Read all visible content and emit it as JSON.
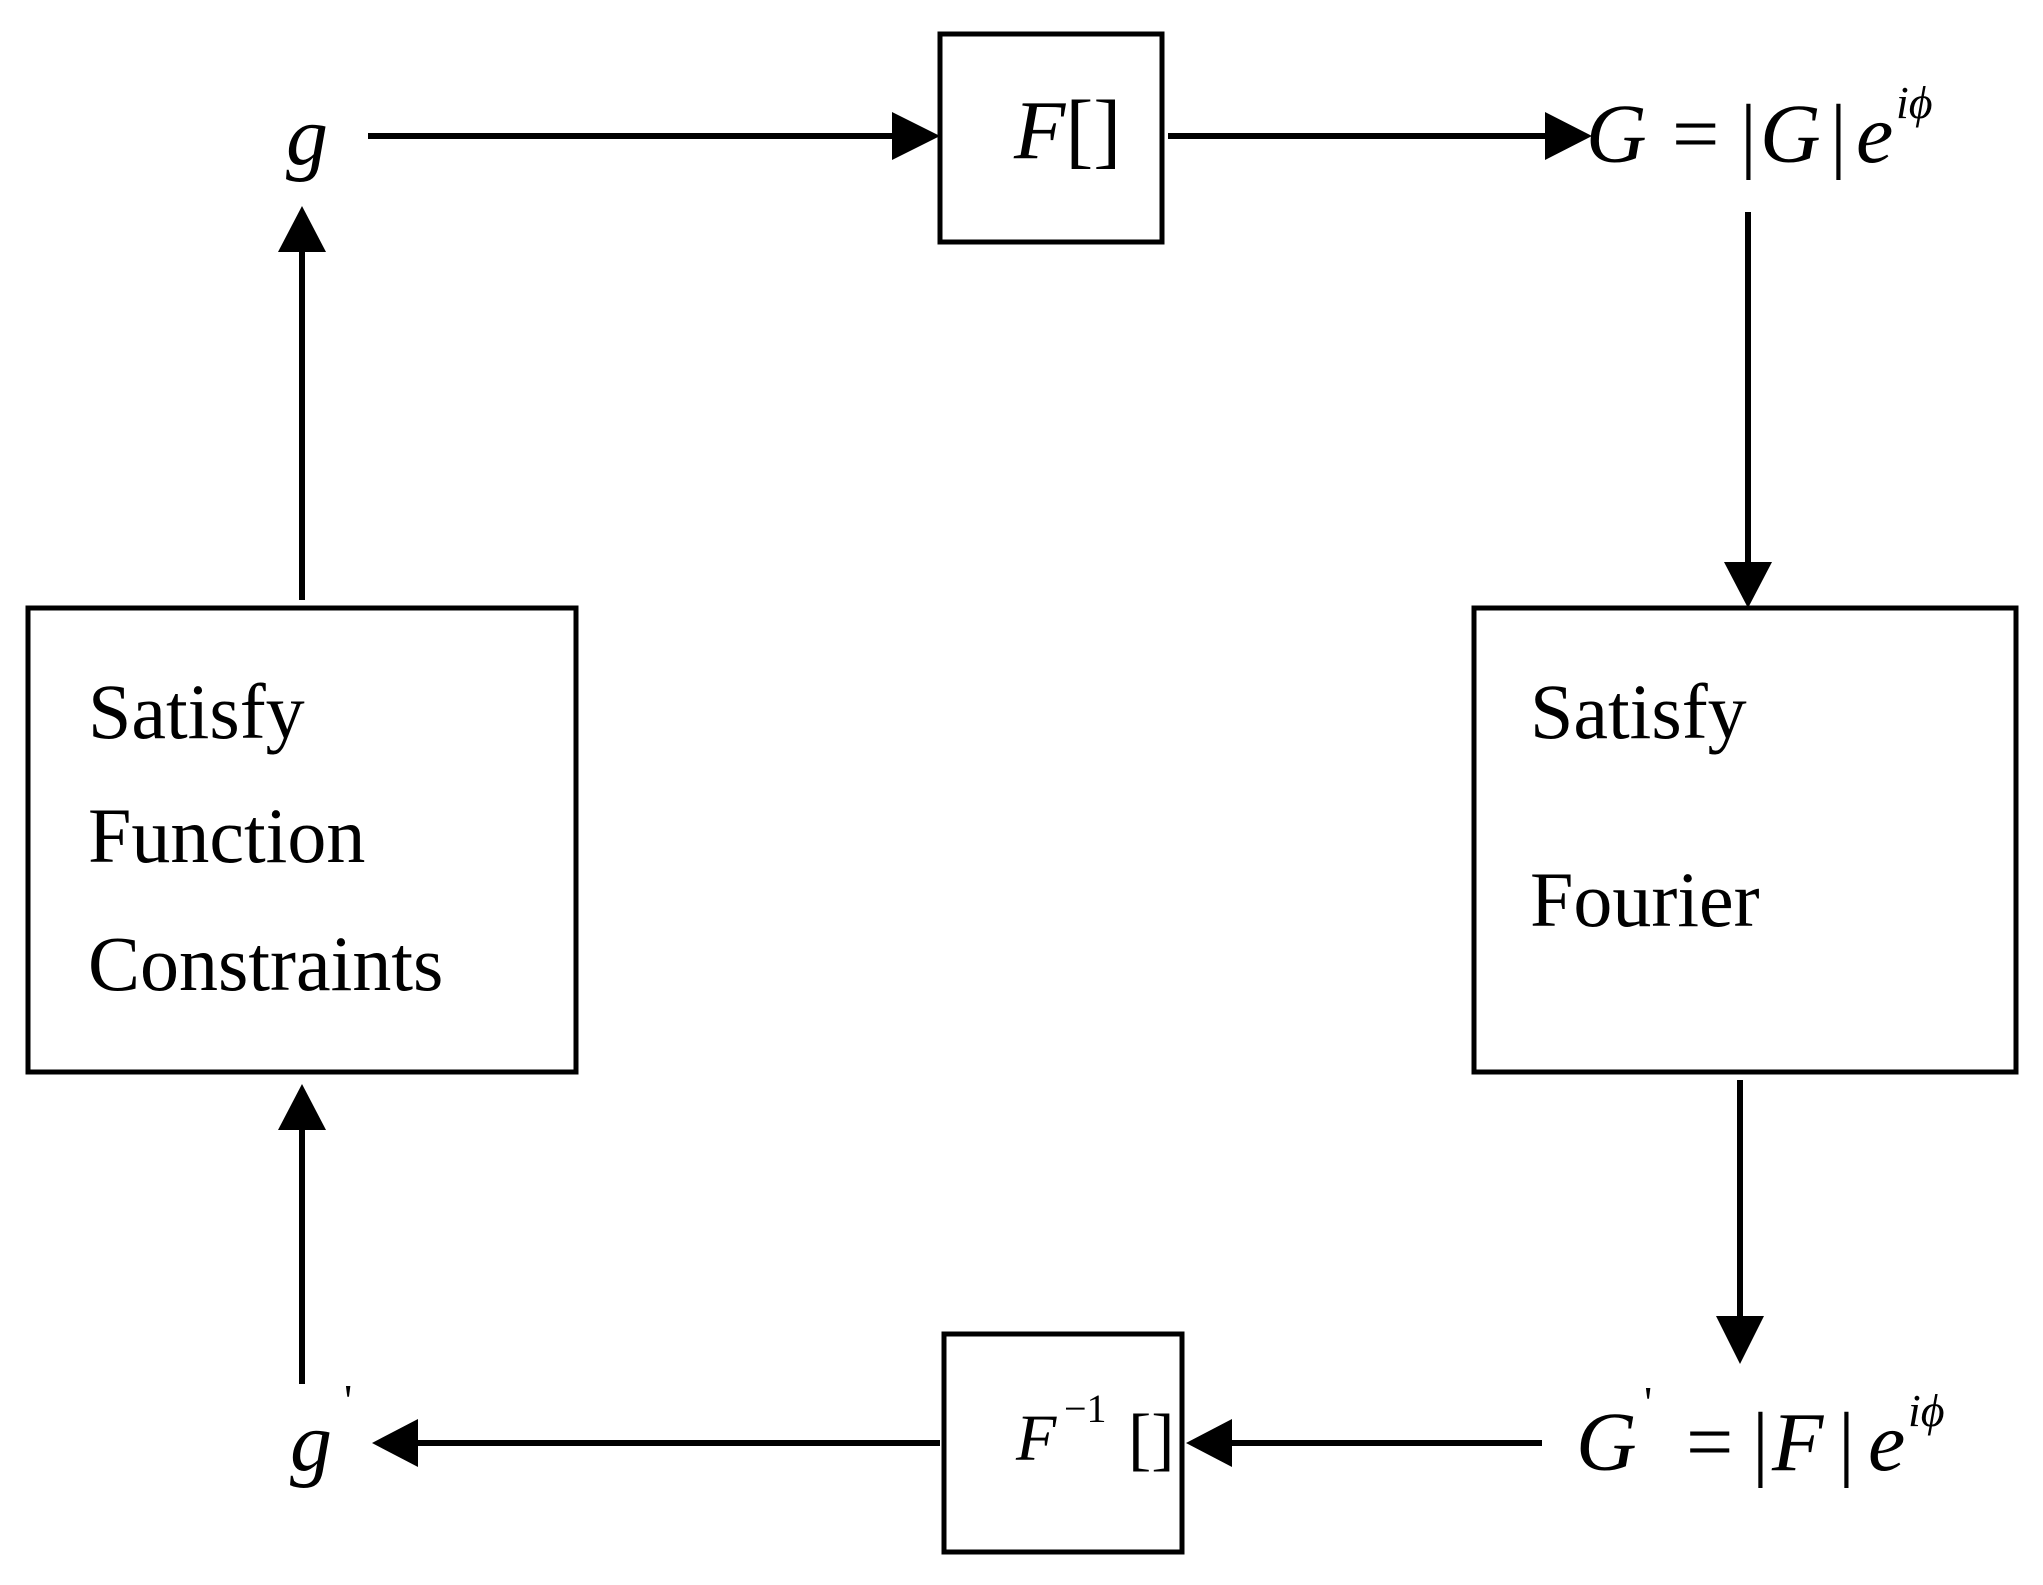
{
  "nodes": {
    "g": {
      "symbol": "g"
    },
    "forward_transform": {
      "symbol": "F",
      "brackets": "[]"
    },
    "G_eq": {
      "lhs": "G",
      "eq": "=",
      "bar": "|",
      "mod": "G",
      "exp_base": "e",
      "exp": "iϕ"
    },
    "fourier_box": {
      "line1": "Satisfy",
      "line2": "Fourier"
    },
    "G_prime_eq": {
      "lhs": "G",
      "prime": "'",
      "eq": "=",
      "bar": "|",
      "mod": "F",
      "exp_base": "e",
      "exp": "iϕ"
    },
    "inverse_transform": {
      "symbol": "F",
      "exp": "−1",
      "brackets": "[]"
    },
    "g_prime": {
      "symbol": "g",
      "prime": "'"
    },
    "function_box": {
      "line1": "Satisfy",
      "line2": "Function",
      "line3": "Constraints"
    }
  },
  "edges": [
    {
      "from": "g",
      "to": "forward_transform"
    },
    {
      "from": "forward_transform",
      "to": "G_eq"
    },
    {
      "from": "G_eq",
      "to": "fourier_box"
    },
    {
      "from": "fourier_box",
      "to": "G_prime_eq"
    },
    {
      "from": "G_prime_eq",
      "to": "inverse_transform"
    },
    {
      "from": "inverse_transform",
      "to": "g_prime"
    },
    {
      "from": "g_prime",
      "to": "function_box"
    },
    {
      "from": "function_box",
      "to": "g"
    }
  ],
  "colors": {
    "stroke": "#000000",
    "background": "#ffffff"
  }
}
